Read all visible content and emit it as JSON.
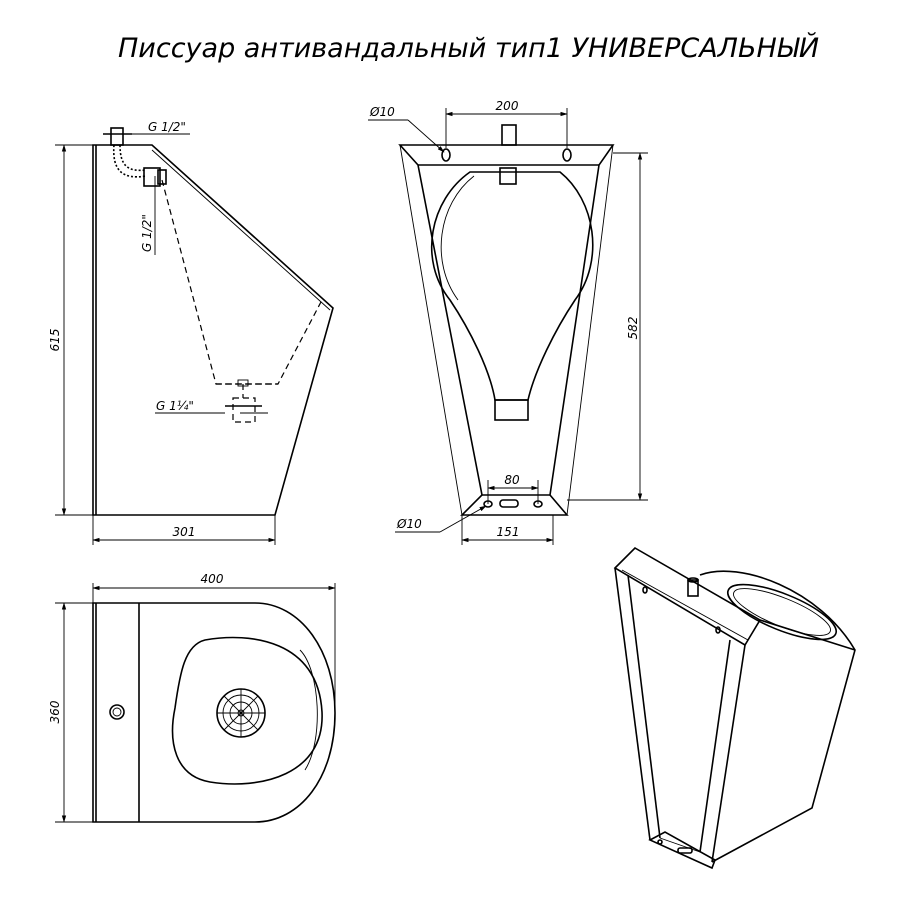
{
  "title": "Писсуар антивандальный тип1 УНИВЕРСАЛЬНЫЙ",
  "side_view": {
    "height": "615",
    "width": "301",
    "inlet_top": "G 1/2\"",
    "inlet_side": "G 1/2\"",
    "drain": "G 1¼\""
  },
  "front_view": {
    "top_width": "200",
    "top_hole": "Ø10",
    "height": "582",
    "bottom_inner": "80",
    "bottom_hole": "Ø10",
    "bottom_width": "151"
  },
  "top_view": {
    "width": "400",
    "depth": "360"
  }
}
